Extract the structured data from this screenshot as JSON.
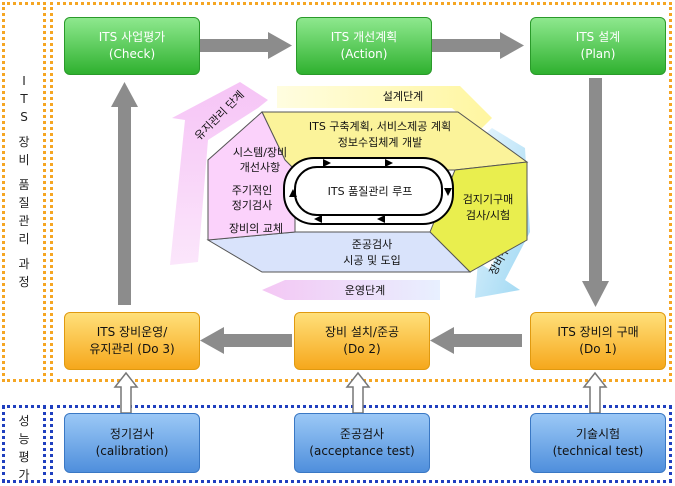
{
  "side_labels": {
    "process": [
      "I",
      "T",
      "S",
      "장",
      "비",
      "품",
      "질",
      "관",
      "리",
      "과",
      "정"
    ],
    "evaluation": [
      "성",
      "능",
      "평",
      "가"
    ]
  },
  "boxes": {
    "check": {
      "line1": "ITS 사업평가",
      "line2": "(Check)"
    },
    "action": {
      "line1": "ITS 개선계획",
      "line2": "(Action)"
    },
    "plan": {
      "line1": "ITS 설계",
      "line2": "(Plan)"
    },
    "do1": {
      "line1": "ITS 장비의 구매",
      "line2": "(Do 1)"
    },
    "do2": {
      "line1": "장비 설치/준공",
      "line2": "(Do 2)"
    },
    "do3": {
      "line1": "ITS 장비운영/",
      "line2": "유지관리 (Do 3)"
    },
    "calibration": {
      "line1": "정기검사",
      "line2": "(calibration)"
    },
    "acceptance": {
      "line1": "준공검사",
      "line2": "(acceptance test)"
    },
    "technical": {
      "line1": "기술시험",
      "line2": "(technical test)"
    }
  },
  "stages": {
    "design": "설계단계",
    "procurement": "장비구매",
    "operation": "운영단계",
    "maintenance": "유지관리 단계"
  },
  "center": {
    "top_line1": "ITS 구축계획, 서비스제공 계획",
    "top_line2": "정보수집체계 개발",
    "right_line1": "검지기구매",
    "right_line2": "검사/시험",
    "bottom_line1": "준공검사",
    "bottom_line2": "시공 및 도입",
    "left_line1": "시스템/장비",
    "left_line2": "개선사항",
    "left_line3": "주기적인",
    "left_line4": "정기검사",
    "left_line5": "장비의 교체",
    "loop": "ITS 품질관리 루프"
  }
}
